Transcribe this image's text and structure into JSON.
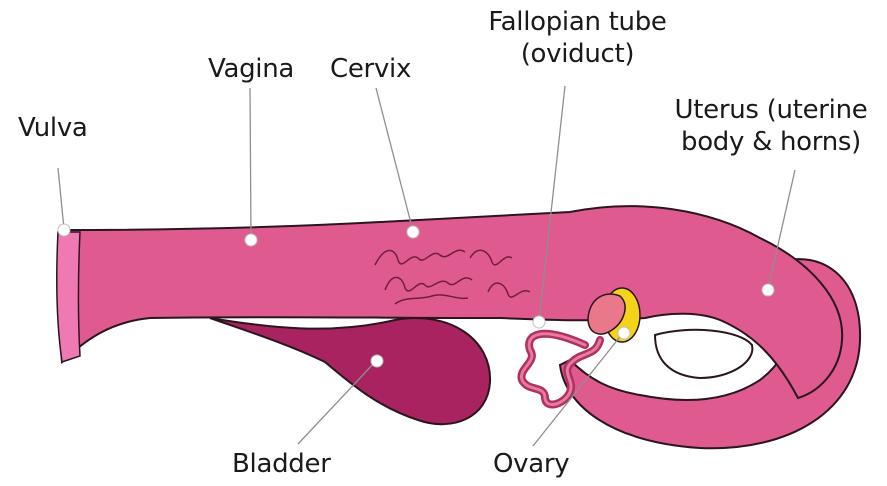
{
  "labels": {
    "vulva": "Vulva",
    "vagina": "Vagina",
    "cervix": "Cervix",
    "fallopian_line1": "Fallopian tube",
    "fallopian_line2": "(oviduct)",
    "uterus_line1": "Uterus (uterine",
    "uterus_line2": "body & horns)",
    "bladder": "Bladder",
    "ovary": "Ovary"
  },
  "colors": {
    "tract": "#df5b8f",
    "tract_outline": "#2a1520",
    "vulva": "#ef79b3",
    "bladder": "#a8235f",
    "ovary": "#f5d417",
    "infundibulum": "#e8788a",
    "leader_line": "#8f8f8f",
    "marker": "#ffffff"
  }
}
